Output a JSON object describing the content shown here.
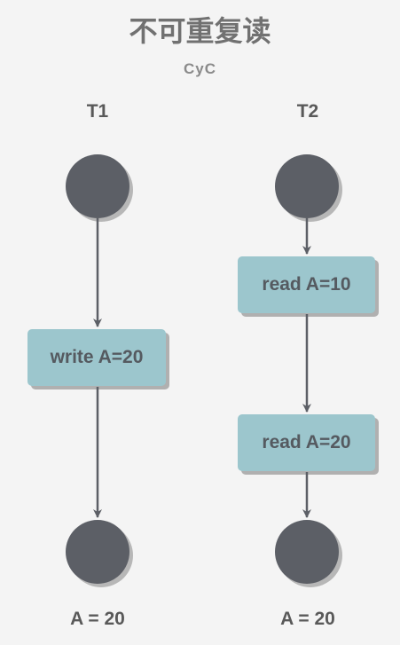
{
  "title": "不可重复读",
  "subtitle": "CyC",
  "lanes": [
    {
      "label": "T1",
      "steps": [
        "write A=20"
      ],
      "result": "A = 20"
    },
    {
      "label": "T2",
      "steps": [
        "read A=10",
        "read A=20"
      ],
      "result": "A = 20"
    }
  ],
  "colors": {
    "node": "#5c5f66",
    "box": "#9cc6cd",
    "arrow": "#5c5f66",
    "text": "#595959"
  }
}
